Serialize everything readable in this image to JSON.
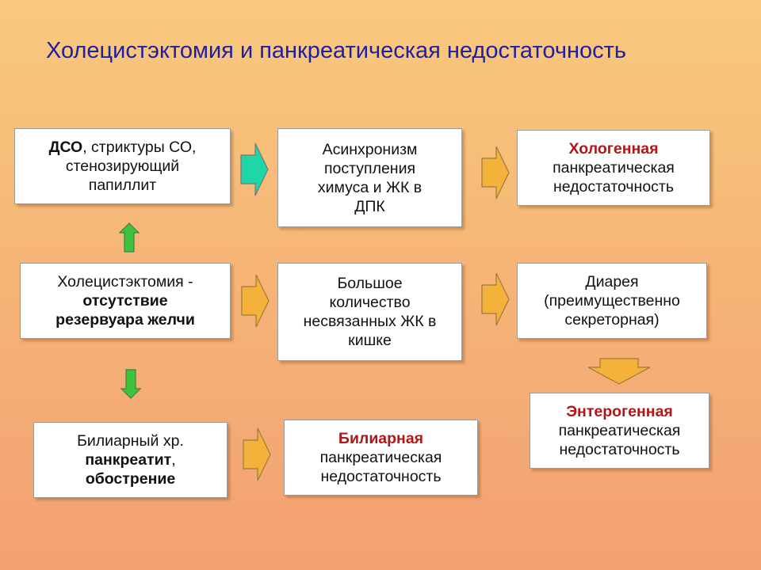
{
  "title": "Холецистэктомия и панкреатическая недостаточность",
  "boxes": {
    "dso": {
      "bold": "ДСО",
      "rest": ", стриктуры СО,",
      "line2": "стенозирующий",
      "line3": "папиллит"
    },
    "async": {
      "line1": "Асинхронизм",
      "line2": "поступления",
      "line3": "химуса и ЖК в",
      "line4": "ДПК"
    },
    "chologenic": {
      "emph": "Хологенная",
      "line2": "панкреатическая",
      "line3": "недостаточность"
    },
    "cholecystectomy": {
      "line1": "Холецистэктомия -",
      "line2": "отсутствие",
      "line3": "резервуара желчи"
    },
    "bile_acids": {
      "line1": "Большое",
      "line2": "количество",
      "line3": "несвязанных ЖК в",
      "line4": "кишке"
    },
    "diarrhea": {
      "line1": "Диарея",
      "line2": "(преимущественно",
      "line3": "секреторная)"
    },
    "enterogenic": {
      "emph": "Энтерогенная",
      "line2": "панкреатическая",
      "line3": "недостаточность"
    },
    "pancreatitis": {
      "line1": "Билиарный  хр.",
      "line2": "панкреатит",
      "line2_tail": ",",
      "line3": "обострение"
    },
    "biliary": {
      "emph": "Билиарная",
      "line2": "панкреатическая",
      "line3": "недостаточность"
    }
  },
  "colors": {
    "title": "#1f1fa0",
    "emphasis": "#b01818",
    "arrow_orange": "#f5b23a",
    "arrow_teal": "#1fd6a6",
    "arrow_green": "#3cc43c"
  },
  "icons": {
    "right_arrow": "block-arrow-right",
    "up_arrow": "block-arrow-up",
    "down_arrow": "block-arrow-down"
  }
}
